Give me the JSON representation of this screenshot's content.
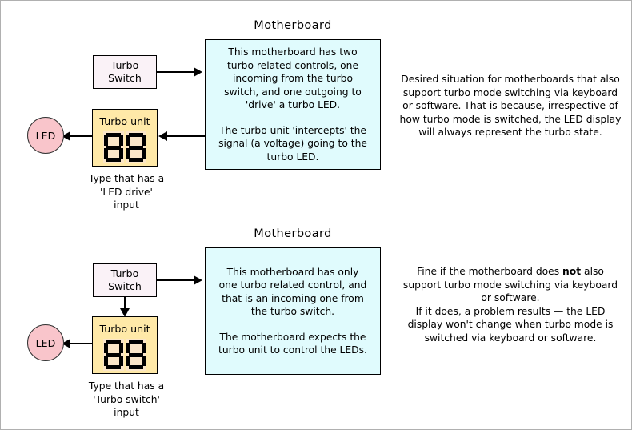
{
  "diagram": {
    "title_top": "Motherboard",
    "title_bottom": "Motherboard",
    "sections": [
      {
        "id": "top",
        "switch_label_line1": "Turbo",
        "switch_label_line2": "Switch",
        "unit_label": "Turbo unit",
        "led_label": "LED",
        "display_value": "88",
        "caption_line1": "Type that has a",
        "caption_line2": "'LED drive'",
        "caption_line3": "input",
        "motherboard_para1": "This motherboard has two turbo related controls, one incoming from the turbo switch, and one outgoing to 'drive' a turbo LED.",
        "motherboard_para2": "The turbo unit 'intercepts' the signal (a voltage) going to the turbo LED.",
        "note_para1": "Desired situation for motherboards that also support turbo mode switching via keyboard or software. That is because, irrespective of how turbo mode is switched, the LED display will always represent the turbo state.",
        "note_para2": ""
      },
      {
        "id": "bottom",
        "switch_label_line1": "Turbo",
        "switch_label_line2": "Switch",
        "unit_label": "Turbo unit",
        "led_label": "LED",
        "display_value": "88",
        "caption_line1": "Type that has a",
        "caption_line2": "'Turbo switch'",
        "caption_line3": "input",
        "motherboard_para1": "This motherboard has only one turbo related control, and that is an incoming one from the turbo switch.",
        "motherboard_para2": "The motherboard expects the turbo unit to control the LEDs.",
        "note_para1_pre": "Fine if the motherboard does ",
        "note_para1_bold": "not",
        "note_para1_post": " also support turbo mode switching via keyboard or software.",
        "note_para2": "If it does, a problem results — the LED display won't change when turbo mode is switched via keyboard or software."
      }
    ]
  },
  "colors": {
    "motherboard_fill": "#e0fbfd",
    "switch_fill": "#faf2f7",
    "turbo_unit_fill": "#ffe9a8",
    "led_fill": "#f9c5cb",
    "display_fill": "#fbe6c8",
    "segment_on": "#000000",
    "stroke": "#000000",
    "page_border": "#b0b0b0"
  },
  "icons": {
    "arrow_right": "arrow-right-icon",
    "arrow_left": "arrow-left-icon",
    "arrow_down": "arrow-down-icon",
    "seven_segment": "seven-segment-display-icon"
  }
}
